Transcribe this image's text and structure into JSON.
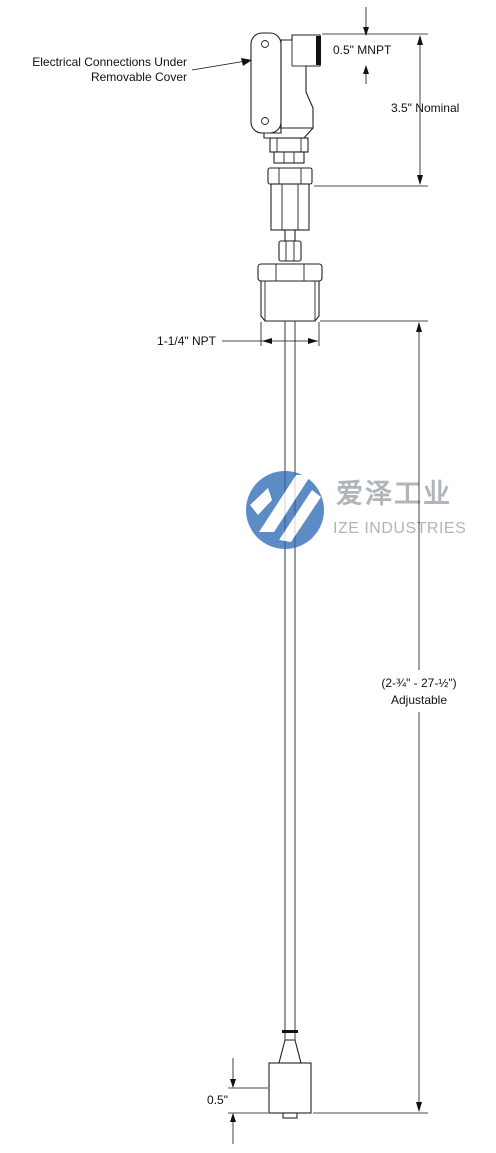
{
  "labels": {
    "electrical_line1": "Electrical Connections Under",
    "electrical_line2": "Removable Cover",
    "mnpt": "0.5\" MNPT",
    "nominal": "3.5\" Nominal",
    "npt": "1-1/4\" NPT",
    "adjustable_range": "(2-¾\" - 27-½\")",
    "adjustable": "Adjustable",
    "float_height": "0.5\""
  },
  "watermark": {
    "cn_text": "爱泽工业",
    "en_text": "IZE INDUSTRIES",
    "colors": {
      "logo_blue": "#2f6bb5",
      "text_gray": "#9aa0a8"
    }
  },
  "colors": {
    "line": "#222222",
    "text": "#111111",
    "background": "#ffffff"
  }
}
